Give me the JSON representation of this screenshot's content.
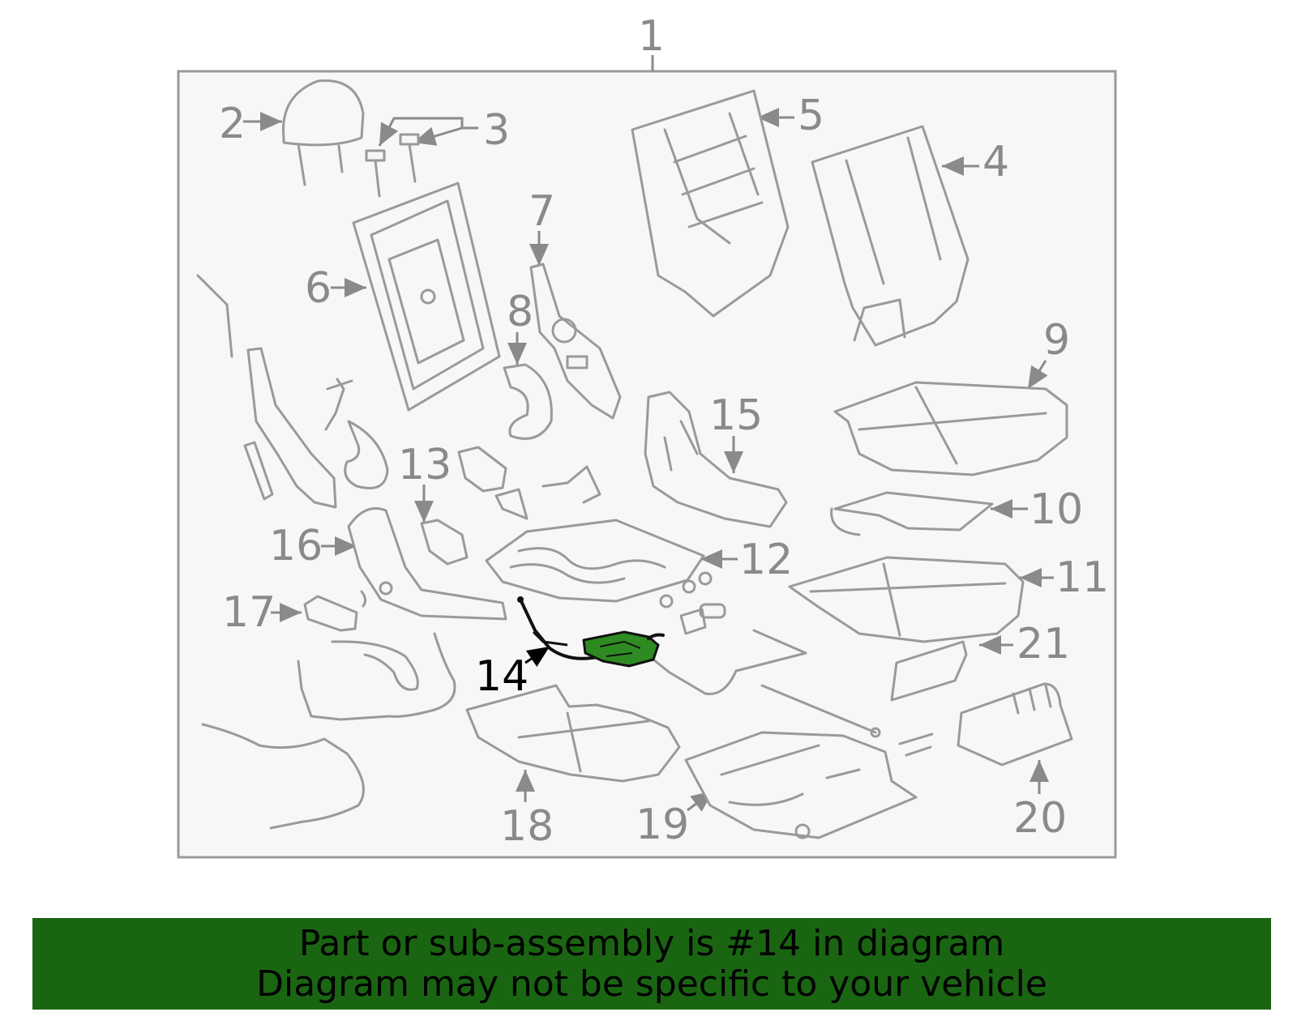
{
  "diagram": {
    "callouts": [
      "1",
      "2",
      "3",
      "4",
      "5",
      "6",
      "7",
      "8",
      "9",
      "10",
      "11",
      "12",
      "13",
      "14",
      "15",
      "16",
      "17",
      "18",
      "19",
      "20",
      "21"
    ],
    "highlighted_callout": "14",
    "colors": {
      "highlight": "#2e8b22",
      "banner": "#1a6512",
      "line": "#9a9a9a",
      "frame_fill": "#f7f7f7"
    }
  },
  "banner": {
    "line1": "Part or sub-assembly is #14 in diagram",
    "line2": "Diagram may not be specific to your vehicle"
  }
}
